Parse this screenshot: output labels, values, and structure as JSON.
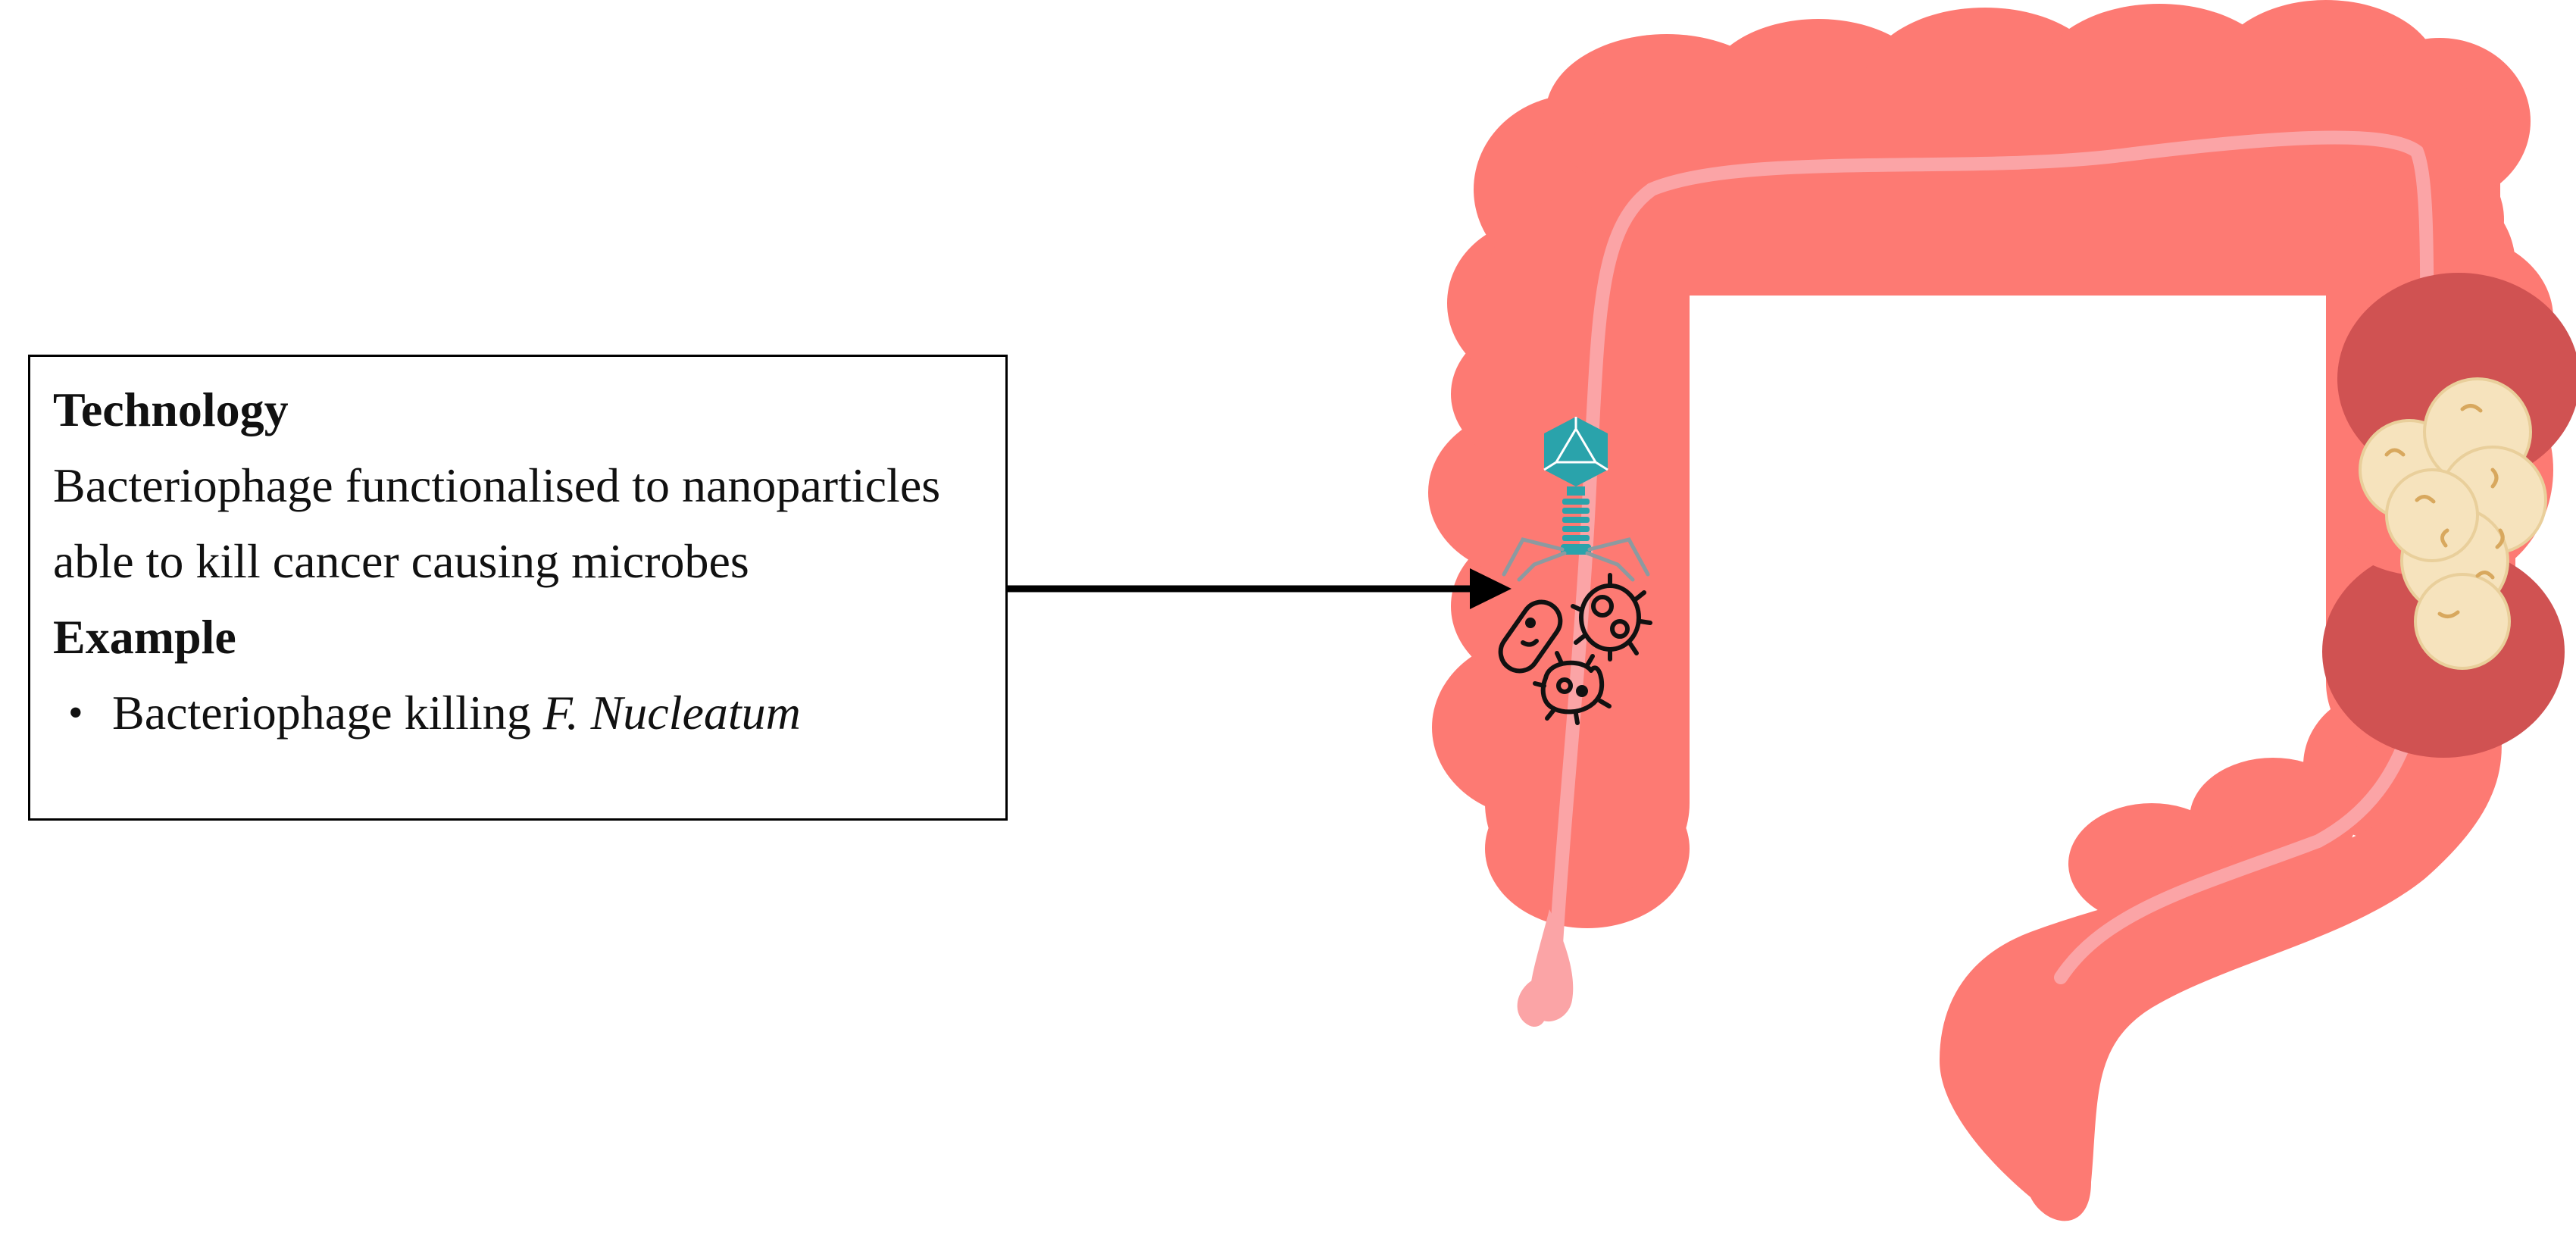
{
  "info_box": {
    "heading_technology": "Technology",
    "technology_text": "Bacteriophage functionalised to nanoparticles able to kill cancer causing microbes",
    "heading_example": "Example",
    "example_items": [
      {
        "prefix": "Bacteriophage killing ",
        "organism": "F. Nucleatum"
      }
    ]
  },
  "colors": {
    "colon": "#fd7a73",
    "colon_lumen": "#fba4a6",
    "tumor_region": "#d05252",
    "tumor": "#f6e3bd",
    "tumor_detail": "#d8a85e",
    "phage": "#2aa3ab",
    "arrow": "#000000"
  },
  "icons": [
    "bacteriophage-icon",
    "bacteria-icon",
    "tumor-icon"
  ]
}
